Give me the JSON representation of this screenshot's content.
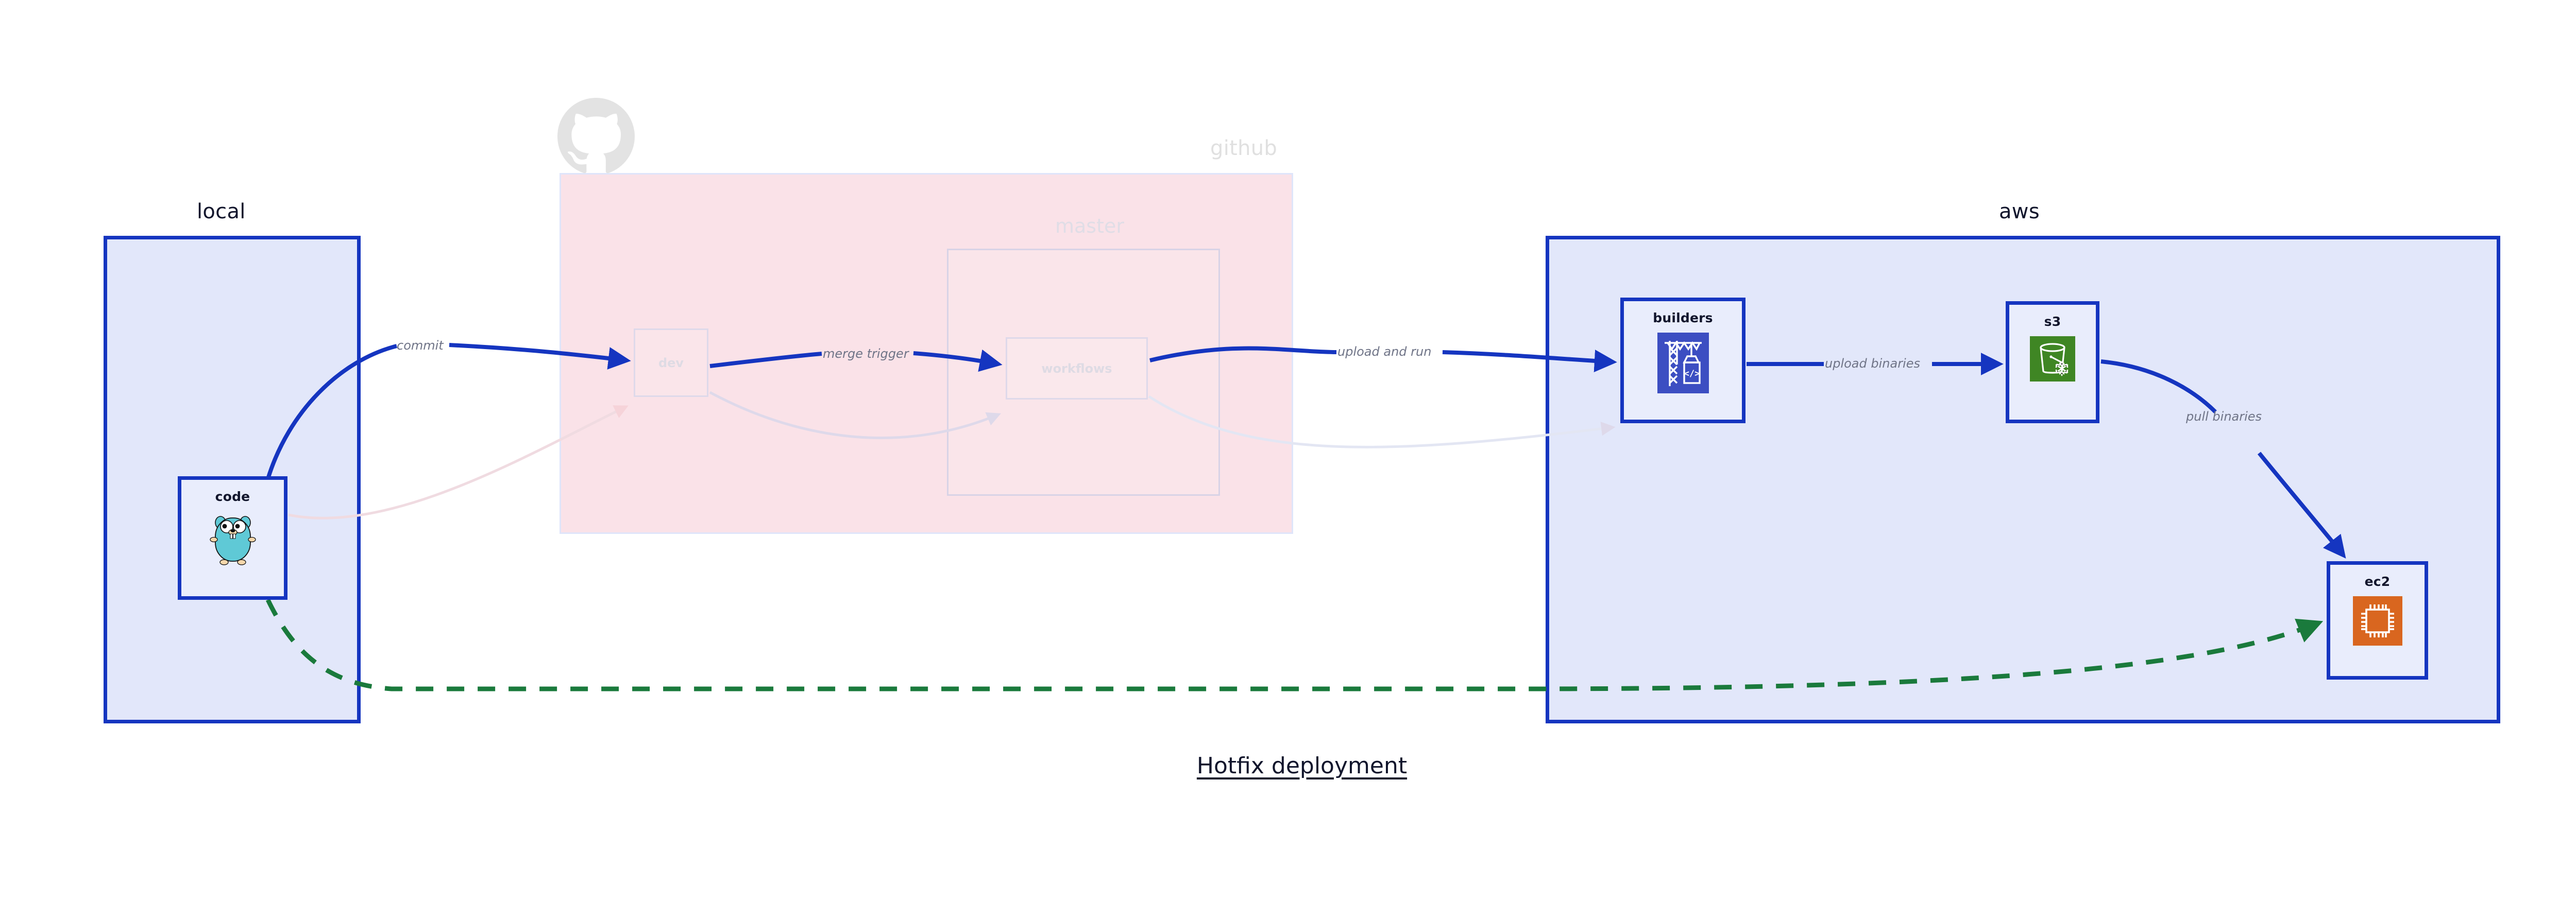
{
  "title": "Hotfix deployment",
  "colors": {
    "accent_blue": "#1535c0",
    "group_fill_blue": "#e2e7fa",
    "github_fill_pink": "#fae2e8",
    "node_fill": "#e9edfc",
    "label_gray": "#6f7487",
    "dashed_green": "#1a7a3c",
    "faded_gray": "#e0e0e0",
    "gopher_teal": "#5fc9d6",
    "codebuild_indigo": "#3c4ec2",
    "s3_green": "#3f8624",
    "ec2_orange": "#d9661f",
    "text_dark": "#11152c"
  },
  "groups": [
    {
      "id": "local",
      "label": "local",
      "state": "active"
    },
    {
      "id": "github",
      "label": "github",
      "state": "faded"
    },
    {
      "id": "aws",
      "label": "aws",
      "state": "active"
    }
  ],
  "subgroups": [
    {
      "id": "master",
      "label": "master",
      "parent": "github",
      "state": "faded"
    }
  ],
  "nodes": [
    {
      "id": "code",
      "label": "code",
      "group": "local",
      "icon": "go-gopher-icon",
      "state": "active"
    },
    {
      "id": "dev",
      "label": "dev",
      "group": "github",
      "icon": null,
      "state": "faded"
    },
    {
      "id": "workflows",
      "label": "workflows",
      "group": "master",
      "icon": null,
      "state": "faded"
    },
    {
      "id": "builders",
      "label": "builders",
      "group": "aws",
      "icon": "aws-codebuild-icon",
      "state": "active"
    },
    {
      "id": "s3",
      "label": "s3",
      "group": "aws",
      "icon": "aws-s3-glacier-icon",
      "state": "active"
    },
    {
      "id": "ec2",
      "label": "ec2",
      "group": "aws",
      "icon": "aws-ec2-cpu-icon",
      "state": "active"
    }
  ],
  "edges": [
    {
      "id": "e-commit",
      "from": "code",
      "to": "dev",
      "label": "commit",
      "style": "solid",
      "state": "active"
    },
    {
      "id": "e-merge",
      "from": "dev",
      "to": "workflows",
      "label": "merge trigger",
      "style": "solid",
      "state": "active"
    },
    {
      "id": "e-upload-run",
      "from": "workflows",
      "to": "builders",
      "label": "upload and run",
      "style": "solid",
      "state": "active"
    },
    {
      "id": "e-upload-bin",
      "from": "builders",
      "to": "s3",
      "label": "upload binaries",
      "style": "solid",
      "state": "active"
    },
    {
      "id": "e-pull-bin",
      "from": "s3",
      "to": "ec2",
      "label": "pull binaries",
      "style": "solid",
      "state": "active"
    },
    {
      "id": "e-hotfix",
      "from": "code",
      "to": "ec2",
      "label": "",
      "style": "dashed",
      "state": "highlight"
    },
    {
      "id": "e-faded-code-dev",
      "from": "code",
      "to": "dev",
      "label": "",
      "style": "solid",
      "state": "faded"
    },
    {
      "id": "e-faded-dev-wf",
      "from": "dev",
      "to": "workflows",
      "label": "",
      "style": "solid",
      "state": "faded"
    },
    {
      "id": "e-faded-wf-build",
      "from": "workflows",
      "to": "builders",
      "label": "",
      "style": "solid",
      "state": "faded"
    }
  ],
  "icons": {
    "github_logo": "github-octocat-icon"
  }
}
